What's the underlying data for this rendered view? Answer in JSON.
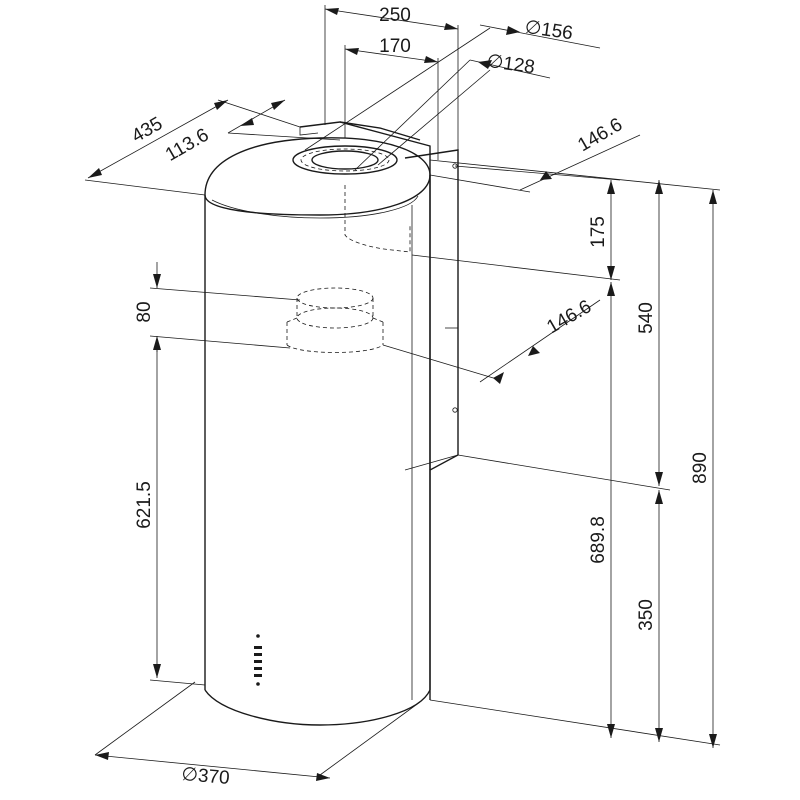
{
  "drawing": {
    "units": "mm",
    "labels": {
      "total_height": "890",
      "top_section_height": "540",
      "bottom_section_height": "350",
      "wall_panel_top_offset": "175",
      "install_height": "689.8",
      "outlet_height_from_base": "621.5",
      "outlet_collar_height": "80",
      "outlet_offset_lower": "146.6",
      "outlet_offset_upper": "146.6",
      "canopy_diameter": "∅370",
      "depth_overall": "435",
      "duct_offset": "113.6",
      "chimney_width": "250",
      "chimney_inner_width": "170",
      "duct_diameter_outer": "∅156",
      "duct_diameter_inner": "∅128"
    }
  }
}
